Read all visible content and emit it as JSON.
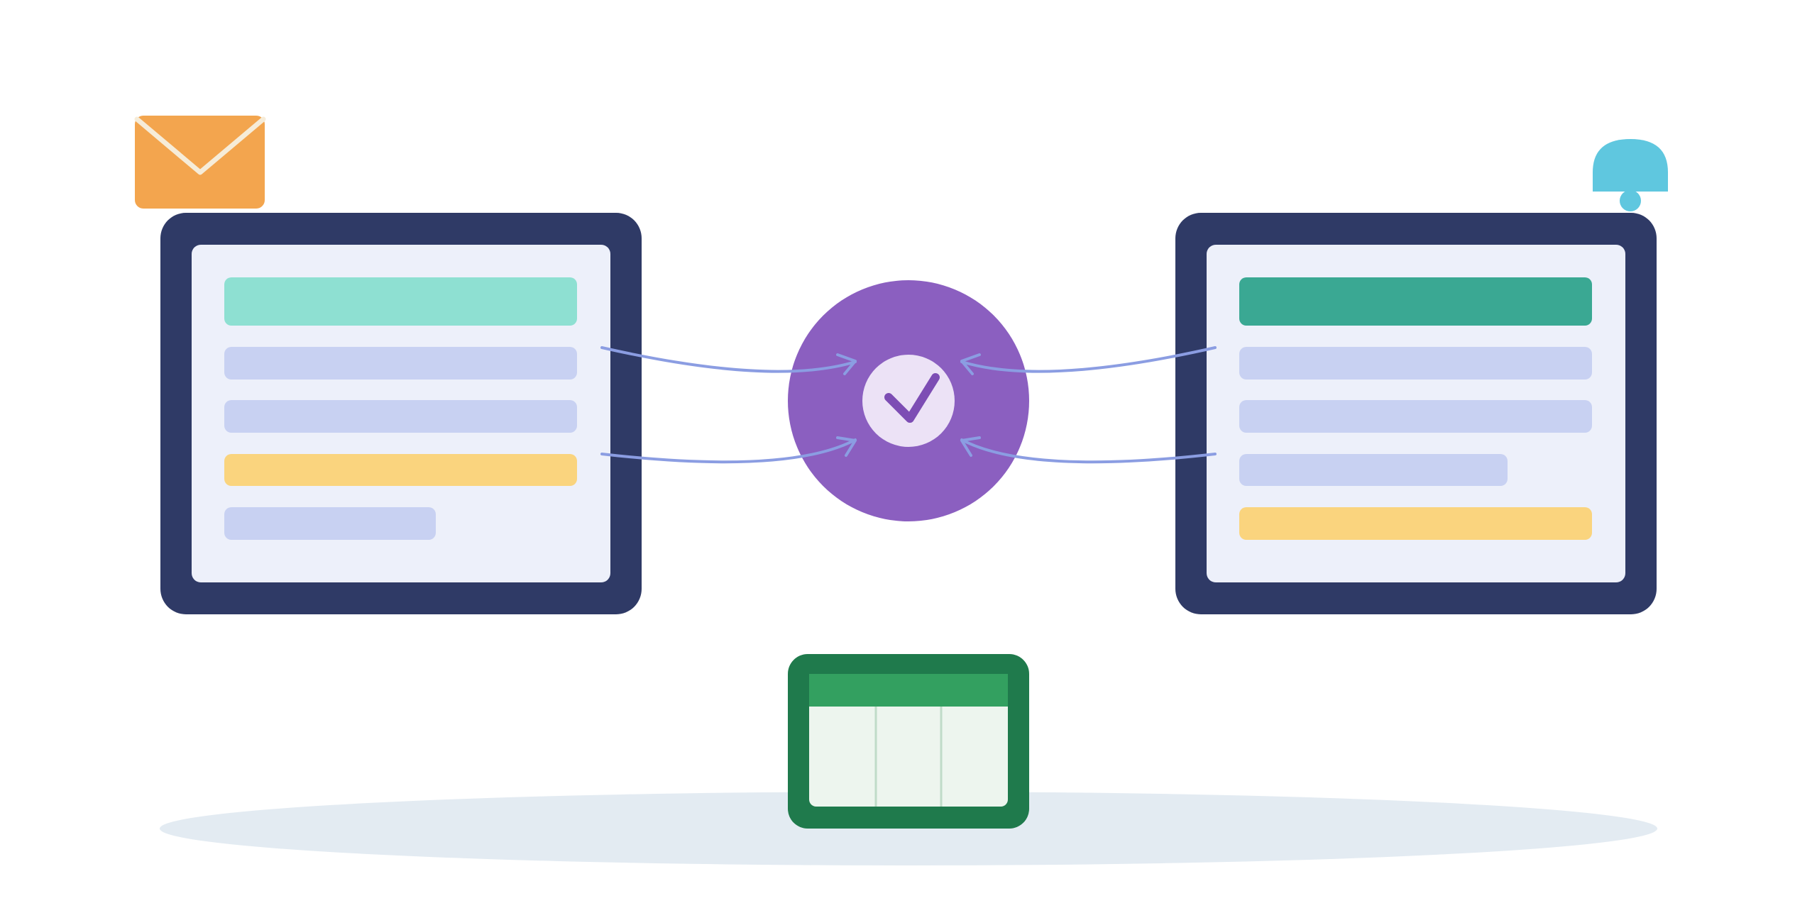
{
  "colors": {
    "background": "#ffffff",
    "ground_shadow": "#e3ebf2",
    "panel_frame": "#2f3a66",
    "panel_screen": "#edf0fa",
    "bar_default": "#c8d1f2",
    "bar_teal_light": "#8ee0d2",
    "bar_teal_dark": "#3aa893",
    "bar_yellow": "#fad47e",
    "hub": "#8b5fc0",
    "hub_inner": "#ece2f6",
    "hub_check": "#7d4db4",
    "connector": "#8b9de2",
    "envelope": "#f3a54e",
    "envelope_flap": "#f6ecd8",
    "bell": "#5fc7df",
    "spreadsheet_frame": "#1f7a4c",
    "spreadsheet_header": "#33a060",
    "spreadsheet_body": "#edf5ee",
    "spreadsheet_grid": "#c0dcc8"
  },
  "icons": {
    "left_badge": "envelope-icon",
    "right_badge": "bell-icon",
    "hub": "checkmark-icon",
    "bottom": "spreadsheet-icon"
  },
  "panels": {
    "left": {
      "bars": [
        {
          "color": "bar_teal_light",
          "fill": 1.0
        },
        {
          "color": "bar_default",
          "fill": 1.0
        },
        {
          "color": "bar_default",
          "fill": 1.0
        },
        {
          "color": "bar_yellow",
          "fill": 1.0
        },
        {
          "color": "bar_default",
          "fill": 0.6
        }
      ]
    },
    "right": {
      "bars": [
        {
          "color": "bar_teal_dark",
          "fill": 1.0
        },
        {
          "color": "bar_default",
          "fill": 1.0
        },
        {
          "color": "bar_default",
          "fill": 1.0
        },
        {
          "color": "bar_default",
          "fill": 0.76
        },
        {
          "color": "bar_yellow",
          "fill": 1.0
        }
      ]
    }
  },
  "connections": [
    {
      "from": "left-panel",
      "to": "hub"
    },
    {
      "from": "left-panel",
      "to": "hub"
    },
    {
      "from": "right-panel",
      "to": "hub"
    },
    {
      "from": "right-panel",
      "to": "hub"
    }
  ]
}
